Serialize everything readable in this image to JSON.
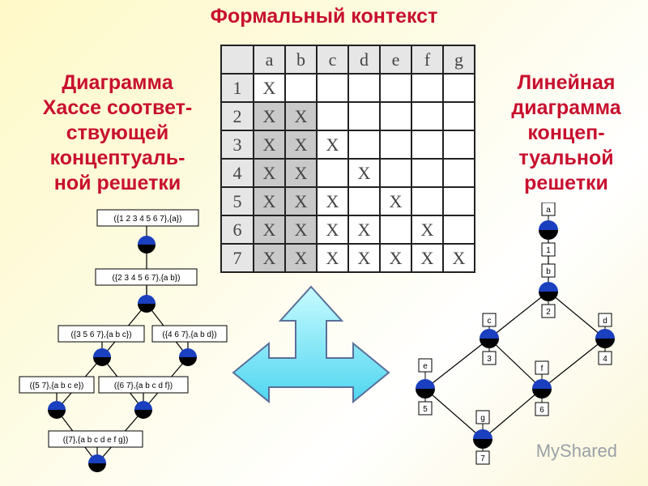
{
  "title": "Формальный контекст",
  "left_title": [
    "Диаграмма",
    "Хассе соответ-",
    "ствующей",
    "концептуаль-",
    "ной решетки"
  ],
  "right_title": [
    "Линейная",
    "диаграмма",
    "концеп-",
    "туальной",
    "решетки"
  ],
  "context": {
    "attributes": [
      "a",
      "b",
      "c",
      "d",
      "e",
      "f",
      "g"
    ],
    "objects": [
      "1",
      "2",
      "3",
      "4",
      "5",
      "6",
      "7"
    ],
    "mark": "X",
    "rows": [
      [
        1,
        0,
        0,
        0,
        0,
        0,
        0
      ],
      [
        1,
        1,
        0,
        0,
        0,
        0,
        0
      ],
      [
        1,
        1,
        1,
        0,
        0,
        0,
        0
      ],
      [
        1,
        1,
        0,
        1,
        0,
        0,
        0
      ],
      [
        1,
        1,
        1,
        0,
        1,
        0,
        0
      ],
      [
        1,
        1,
        1,
        1,
        0,
        1,
        0
      ],
      [
        1,
        1,
        1,
        1,
        1,
        1,
        1
      ]
    ]
  },
  "hasse": {
    "nodes": [
      {
        "id": "n1",
        "label": "({1  2  3  4  5  6  7},{a})"
      },
      {
        "id": "n2",
        "label": "({2  3  4  5  6  7},{a  b})"
      },
      {
        "id": "n3",
        "label": "({3  5  6  7},{a  b  c})"
      },
      {
        "id": "n4",
        "label": "({4  6  7},{a  b  d})"
      },
      {
        "id": "n5",
        "label": "({5  7},{a  b  c  e})"
      },
      {
        "id": "n6",
        "label": "({6  7},{a  b  c  d  f})"
      },
      {
        "id": "n7",
        "label": "({7},{a  b  c  d  e  f  g})"
      }
    ],
    "edges": [
      [
        "n1",
        "n2"
      ],
      [
        "n2",
        "n3"
      ],
      [
        "n2",
        "n4"
      ],
      [
        "n3",
        "n5"
      ],
      [
        "n3",
        "n6"
      ],
      [
        "n4",
        "n6"
      ],
      [
        "n5",
        "n7"
      ],
      [
        "n6",
        "n7"
      ]
    ]
  },
  "line_diagram": {
    "attribute_labels": [
      "a",
      "b",
      "c",
      "d",
      "e",
      "f",
      "g"
    ],
    "object_labels": [
      "1",
      "2",
      "3",
      "4",
      "5",
      "6",
      "7"
    ]
  },
  "watermark": "MyShared",
  "colors": {
    "title": "#c8102e",
    "node_top": "#1a3fbf",
    "node_bottom": "#000000",
    "shade": "#c9c9c9",
    "arrow_top": "#c8fbff",
    "arrow_bottom": "#4fd6f0"
  }
}
